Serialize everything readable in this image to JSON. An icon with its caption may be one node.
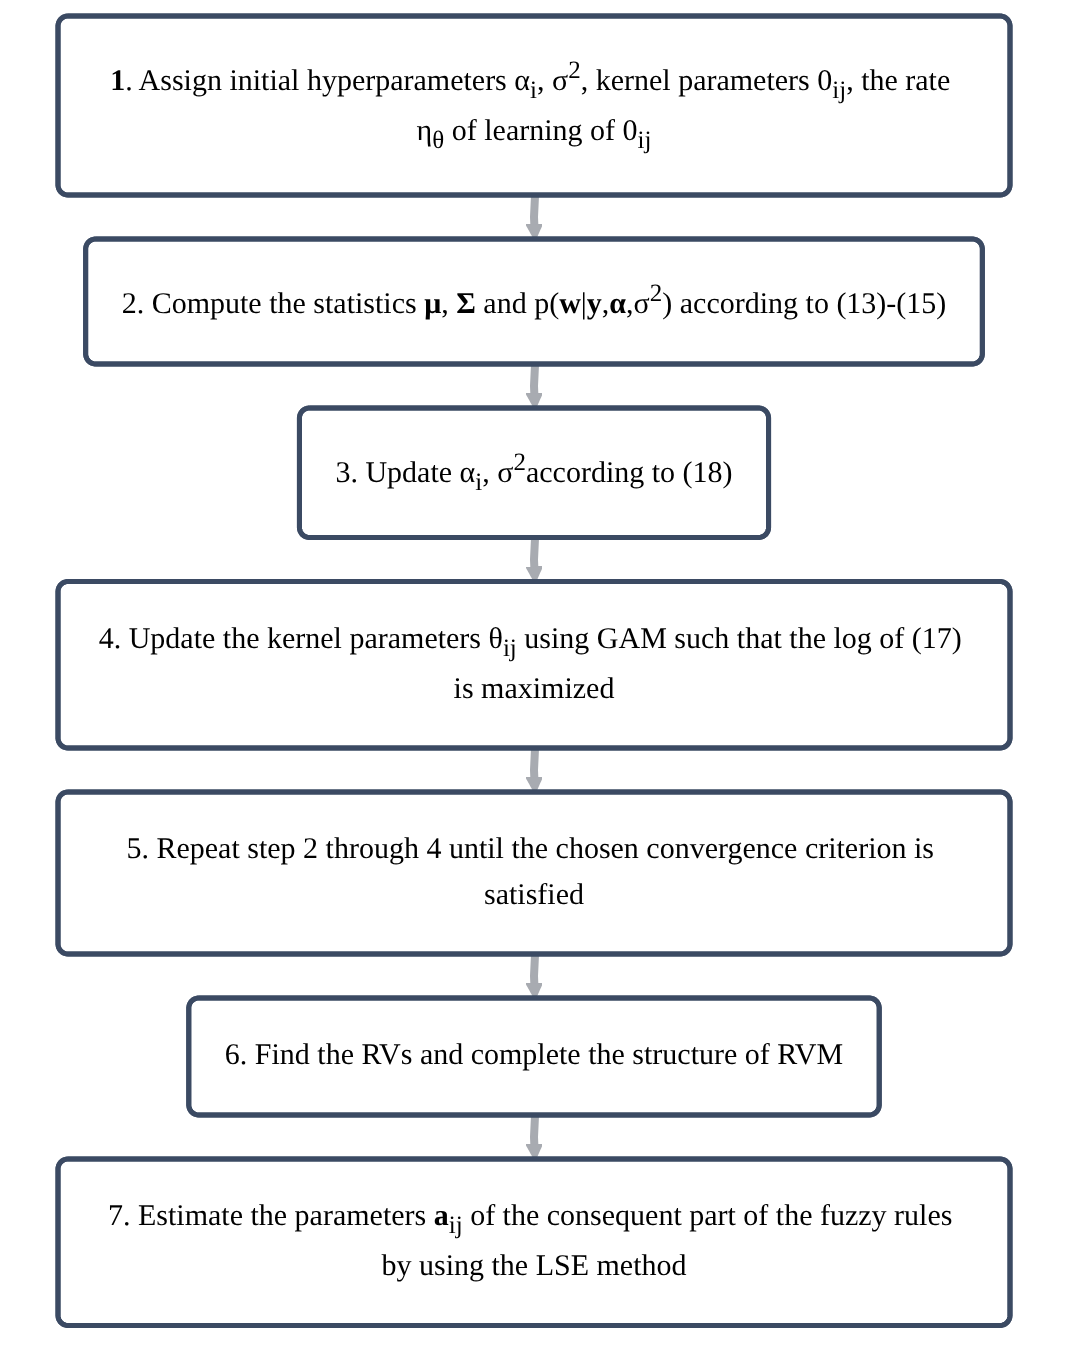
{
  "diagram": {
    "nodes": [
      {
        "text": [
          "**1**. Assign initial hyperparameters α$_{i}$, σ$^{2}$, kernel parameters 0$_{ij}$, the rate η$_{θ}$ of learning of 0$_{ij}$"
        ]
      },
      {
        "text": [
          "2. Compute the statistics **μ**, **Σ** and p(**w**|**y**,**α**,σ$^{2}$) according to (13)-(15)"
        ]
      },
      {
        "text": [
          "3. Update α$_{i}$, σ$^{2}$according to (18)"
        ]
      },
      {
        "text": [
          "4. Update the kernel parameters θ$_{ij}$ using GAM such that the log of (17) is maximized"
        ]
      },
      {
        "text": [
          "5. Repeat step 2 through 4 until the chosen convergence criterion is satisfied"
        ]
      },
      {
        "text": [
          "6. Find the RVs and complete the structure of RVM"
        ]
      },
      {
        "text": [
          "7. Estimate the parameters **a**$_{ij}$ of the consequent part of the fuzzy rules by using the LSE method"
        ]
      }
    ],
    "edges": [
      {
        "from": 0,
        "to": 1,
        "arrow": "to"
      },
      {
        "from": 1,
        "to": 2,
        "arrow": "to"
      },
      {
        "from": 2,
        "to": 3,
        "arrow": "to"
      },
      {
        "from": 3,
        "to": 4,
        "arrow": "to"
      },
      {
        "from": 4,
        "to": 5,
        "arrow": "to"
      },
      {
        "from": 5,
        "to": 6,
        "arrow": "to"
      }
    ]
  }
}
